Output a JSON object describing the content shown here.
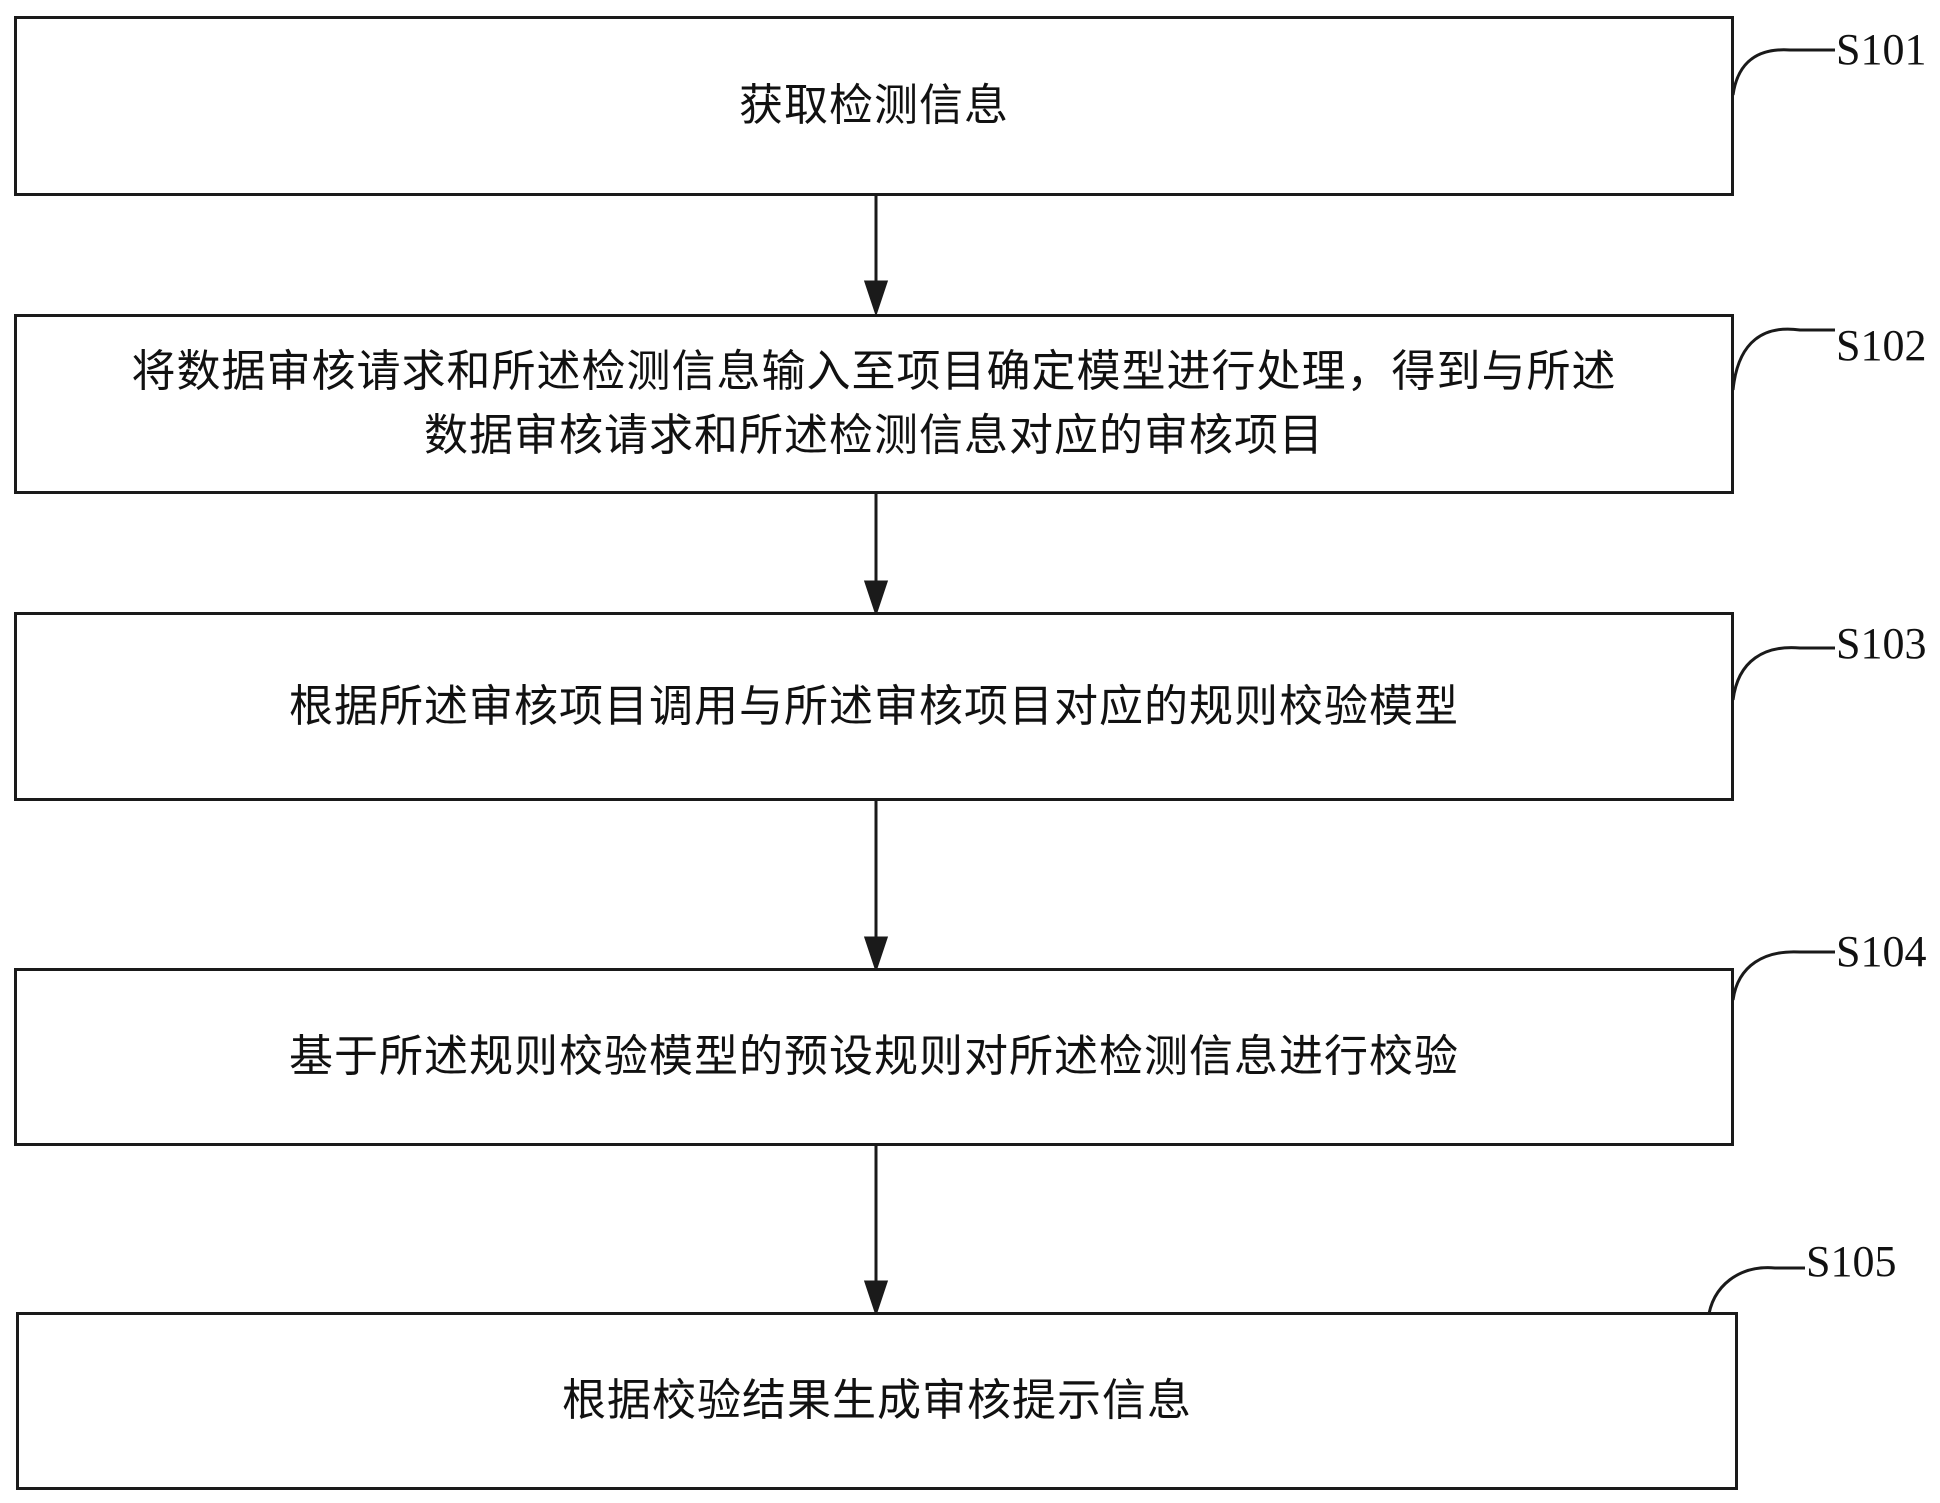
{
  "steps": [
    {
      "id": "S101",
      "text": "获取检测信息"
    },
    {
      "id": "S102",
      "lines": [
        "将数据审核请求和所述检测信息输入至项目确定模型进行处理，得到与所述",
        "数据审核请求和所述检测信息对应的审核项目"
      ]
    },
    {
      "id": "S103",
      "text": "根据所述审核项目调用与所述审核项目对应的规则校验模型"
    },
    {
      "id": "S104",
      "text": "基于所述规则校验模型的预设规则对所述检测信息进行校验"
    },
    {
      "id": "S105",
      "text": "根据校验结果生成审核提示信息"
    }
  ]
}
